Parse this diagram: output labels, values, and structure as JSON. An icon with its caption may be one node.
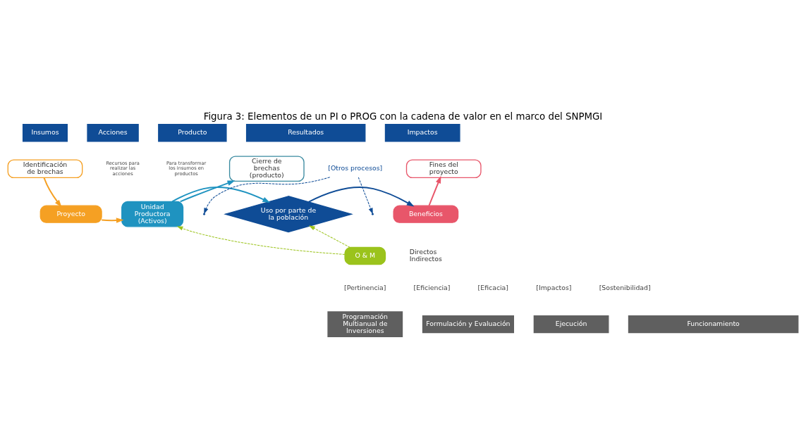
{
  "diagram": {
    "title": "Figura 3: Elementos de un PI o PROG con la cadena de valor en el marco del SNPMGI",
    "nodes": [
      {
        "text": [
          "Insumos"
        ]
      },
      {
        "text": [
          "Acciones"
        ]
      },
      {
        "text": [
          "Producto"
        ]
      },
      {
        "text": [
          "Resultados"
        ]
      },
      {
        "text": [
          "Impactos"
        ]
      },
      {
        "text": [
          "Identificación de brechas"
        ]
      },
      {
        "text": [
          "Proyecto"
        ]
      },
      {
        "text": [
          "Cierre de brechas (producto)"
        ]
      },
      {
        "text": [
          "Unidad Productora (Activos)"
        ]
      },
      {
        "text": [
          "Uso por parte de la población"
        ]
      },
      {
        "text": [
          "Fines del proyecto"
        ]
      },
      {
        "text": [
          "Beneficios"
        ],
        "beside": [
          "Directos",
          "Indirectos"
        ]
      },
      {
        "text": [
          "O & M"
        ]
      },
      {
        "text": [
          "Programación Multianual de Inversiones"
        ]
      },
      {
        "text": [
          "Formulación y Evaluación"
        ]
      },
      {
        "text": [
          "Ejecución"
        ]
      },
      {
        "text": [
          "Funcionamiento"
        ]
      },
      {
        "text": [
          "[Otros procesos]"
        ]
      }
    ],
    "edges": [
      {
        "from": 5,
        "to": 6,
        "arrow": "to",
        "color": "#f5a023"
      },
      {
        "from": 6,
        "to": 8,
        "arrow": "to",
        "color": "#f5a023"
      },
      {
        "from": 8,
        "to": 7,
        "arrow": "to",
        "color": "#1f93c0"
      },
      {
        "from": 8,
        "to": 9,
        "arrow": "to",
        "color": "#1f93c0"
      },
      {
        "from": 9,
        "to": 11,
        "arrow": "to",
        "color": "#0f4c96"
      },
      {
        "from": 11,
        "to": 10,
        "arrow": "to",
        "color": "#e8566a"
      },
      {
        "from": 17,
        "to": null,
        "arrow": "to",
        "style": "dashed",
        "color": "#0f4c96"
      },
      {
        "from": 17,
        "to": null,
        "arrow": "to",
        "style": "dashed",
        "color": "#0f4c96"
      },
      {
        "from": 12,
        "to": 8,
        "arrow": "to",
        "style": "dashed",
        "color": "#9bc31c"
      },
      {
        "from": 12,
        "to": 9,
        "arrow": "to",
        "style": "dashed",
        "color": "#9bc31c"
      }
    ],
    "labels": [
      "Recursos para realizar las acciones",
      "Para transformar los insumos en productos",
      "[Pertinencia]",
      "[Eficiencia]",
      "[Eficacia]",
      "[Impactos]",
      "[Sostenibilidad]"
    ]
  }
}
